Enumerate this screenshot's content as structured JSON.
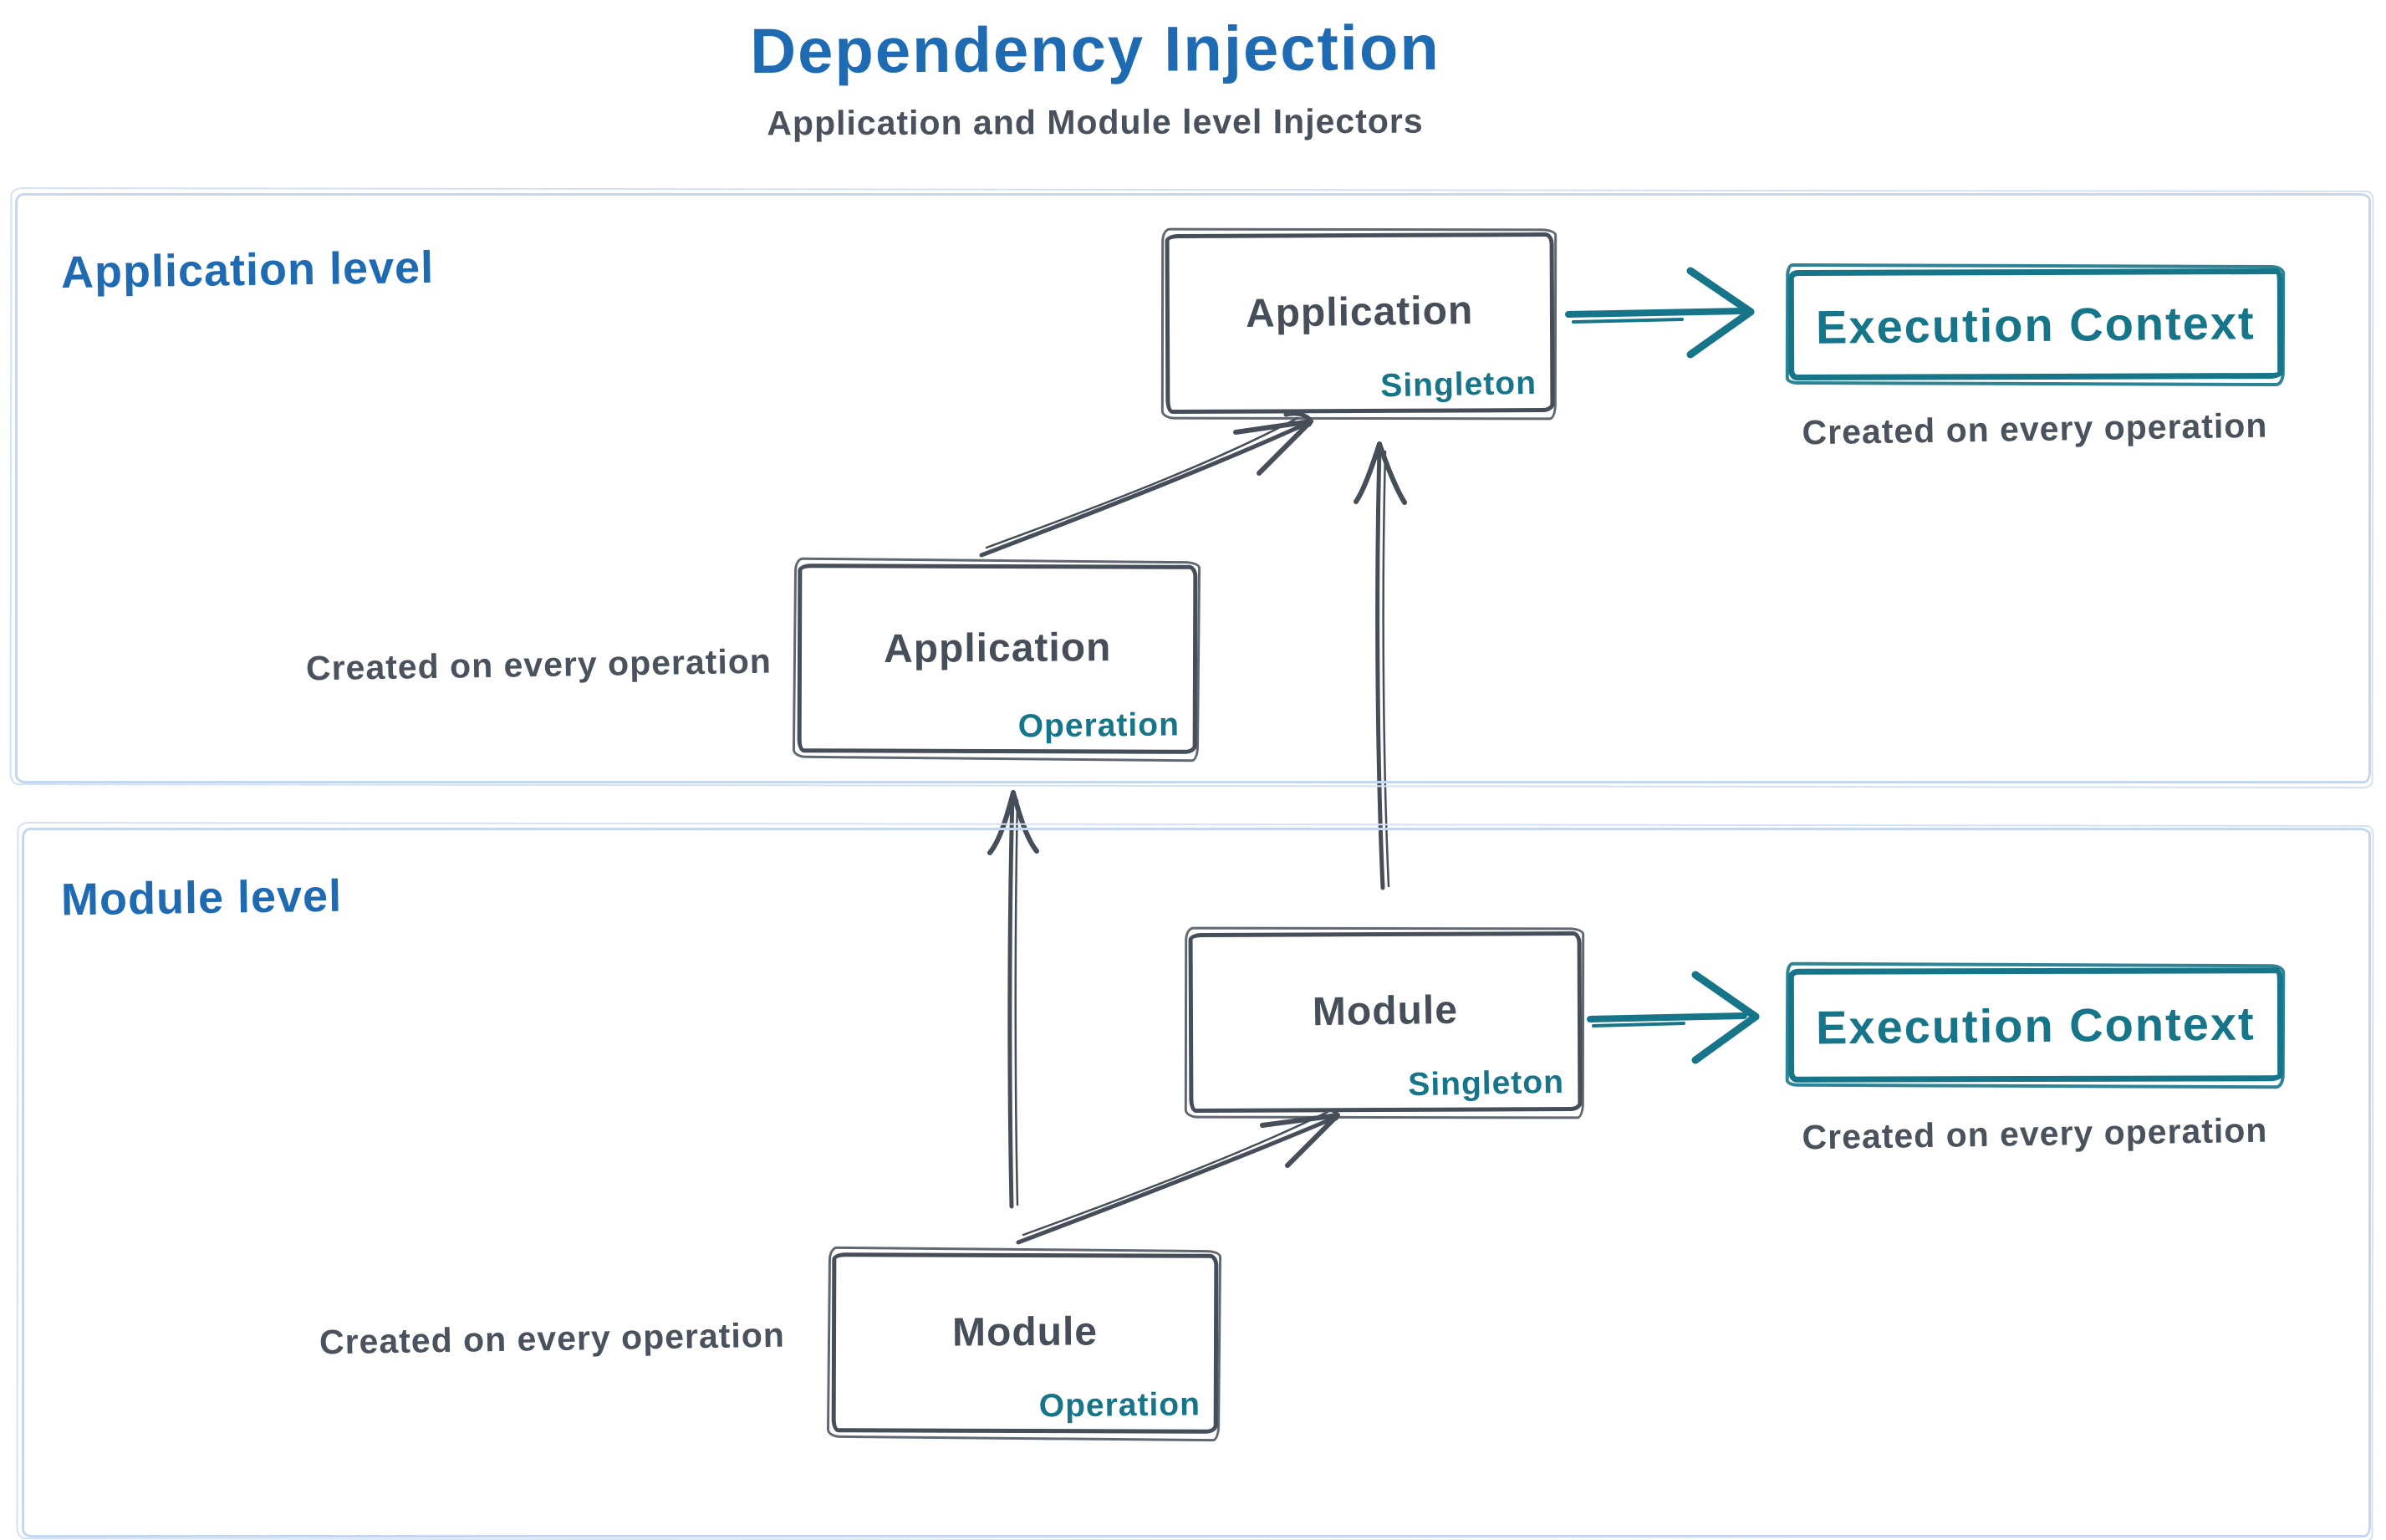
{
  "title": "Dependency Injection",
  "subtitle": "Application and Module level Injectors",
  "colors": {
    "heading_blue": "#1e6bb4",
    "teal_accent": "#17758a",
    "ink_dark": "#454e59",
    "frame_light_blue": "#c5d7ee"
  },
  "application_level": {
    "label": "Application level",
    "singleton_box": {
      "name": "Application",
      "scope": "Singleton"
    },
    "operation_box": {
      "name": "Application",
      "scope": "Operation"
    },
    "operation_caption": "Created on every operation",
    "execution_context": {
      "title": "Execution Context",
      "caption": "Created on every operation"
    }
  },
  "module_level": {
    "label": "Module level",
    "singleton_box": {
      "name": "Module",
      "scope": "Singleton"
    },
    "operation_box": {
      "name": "Module",
      "scope": "Operation"
    },
    "operation_caption": "Created on every operation",
    "execution_context": {
      "title": "Execution Context",
      "caption": "Created on every operation"
    }
  }
}
